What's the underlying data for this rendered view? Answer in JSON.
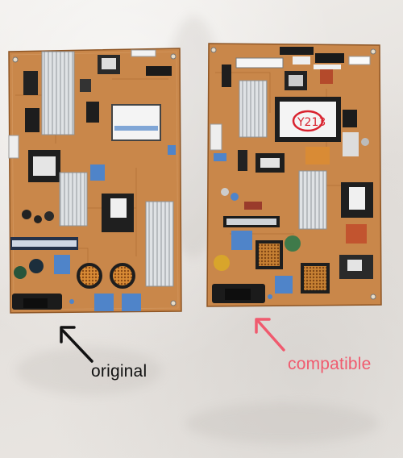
{
  "labels": {
    "original": "original",
    "compatible": "compatible",
    "handwritten_code": "Y213"
  },
  "colors": {
    "pcb": "#c9874a",
    "pcb_dark": "#a8662e",
    "heatsink": "#d9dcdf",
    "capacitor_blue": "#4f84c9",
    "arrow_black": "#111111",
    "arrow_red": "#f05a6e"
  }
}
